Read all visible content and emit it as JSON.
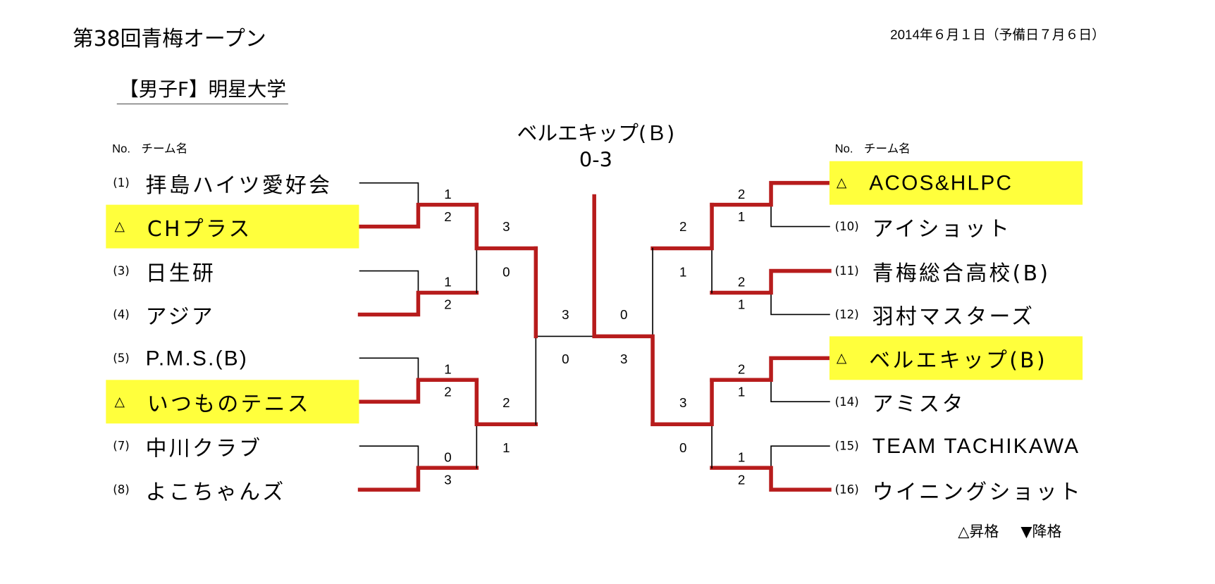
{
  "header": {
    "title": "第38回青梅オープン",
    "date": "2014年６月１日（予備日７月６日）",
    "division": "【男子F】明星大学"
  },
  "column_header": {
    "no": "No.",
    "team": "チーム名"
  },
  "colors": {
    "winner_line": "#b71c1c",
    "loser_line": "#000000",
    "highlight": "#ffff3c"
  },
  "champion": {
    "name": "ベルエキップ(Ｂ)",
    "final_score": "0-3"
  },
  "left_teams": [
    {
      "seed": "(1)",
      "name": "拝島ハイツ愛好会",
      "promoted": false
    },
    {
      "seed": "",
      "mark": "△",
      "name": "CHプラス",
      "promoted": true
    },
    {
      "seed": "(3)",
      "name": "日生研",
      "promoted": false
    },
    {
      "seed": "(4)",
      "name": "アジア",
      "promoted": false
    },
    {
      "seed": "(5)",
      "name": "P.M.S.(B)",
      "promoted": false
    },
    {
      "seed": "",
      "mark": "△",
      "name": "いつものテニス",
      "promoted": true
    },
    {
      "seed": "(7)",
      "name": "中川クラブ",
      "promoted": false
    },
    {
      "seed": "(8)",
      "name": "よこちゃんズ",
      "promoted": false
    }
  ],
  "right_teams": [
    {
      "seed": "",
      "mark": "△",
      "name": "ACOS&HLPC",
      "promoted": true
    },
    {
      "seed": "(10)",
      "name": "アイショット",
      "promoted": false
    },
    {
      "seed": "(11)",
      "name": "青梅総合高校(B)",
      "promoted": false
    },
    {
      "seed": "(12)",
      "name": "羽村マスターズ",
      "promoted": false
    },
    {
      "seed": "",
      "mark": "△",
      "name": "ベルエキップ(B)",
      "promoted": true
    },
    {
      "seed": "(14)",
      "name": "アミスタ",
      "promoted": false
    },
    {
      "seed": "(15)",
      "name": "TEAM TACHIKAWA",
      "promoted": false
    },
    {
      "seed": "(16)",
      "name": "ウイニングショット",
      "promoted": false
    }
  ],
  "scores": {
    "left_r1": [
      [
        "1",
        "2"
      ],
      [
        "1",
        "2"
      ],
      [
        "1",
        "2"
      ],
      [
        "0",
        "3"
      ]
    ],
    "left_r2": [
      [
        "3",
        "0"
      ],
      [
        "2",
        "1"
      ]
    ],
    "left_sf": [
      "3",
      "0"
    ],
    "right_r1": [
      [
        "2",
        "1"
      ],
      [
        "2",
        "1"
      ],
      [
        "2",
        "1"
      ],
      [
        "1",
        "2"
      ]
    ],
    "right_r2": [
      [
        "2",
        "1"
      ],
      [
        "3",
        "0"
      ]
    ],
    "right_sf": [
      "0",
      "3"
    ]
  },
  "legend": {
    "promoted": "△昇格",
    "relegated": "▼降格"
  }
}
